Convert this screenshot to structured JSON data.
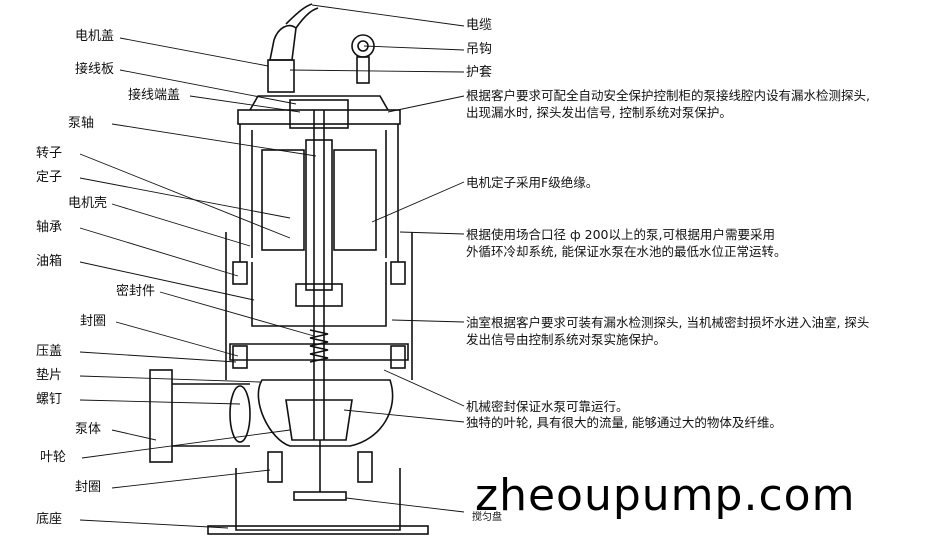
{
  "left_labels": [
    "电机盖",
    "接线板",
    "接线端盖",
    "泵轴",
    "转子",
    "定子",
    "电机壳",
    "轴承",
    "油箱",
    "密封件",
    "封圈",
    "压盖",
    "垫片",
    "螺钉",
    "泵体",
    "叶轮",
    "封圈",
    "底座"
  ],
  "right_labels": [
    "电缆",
    "吊钩",
    "护套"
  ],
  "notes": [
    [
      "根据客户要求可配全自动安全保护控制柜的泵接线腔内设有漏水检测探头,",
      "出现漏水时, 探头发出信号, 控制系统对泵保护。"
    ],
    [
      "电机定子采用F级绝缘。"
    ],
    [
      "根据使用场合口径 ф 200以上的泵,可根据用户需要采用",
      "外循环冷却系统, 能保证水泵在水池的最低水位正常运转。"
    ],
    [
      "油室根据客户要求可装有漏水检测探头, 当机械密封损坏水进入油室, 探头",
      "发出信号由控制系统对泵实施保护。"
    ],
    [
      "机械密封保证水泵可靠运行。"
    ],
    [
      "独特的叶轮, 具有很大的流量, 能够通过大的物体及纤维。"
    ]
  ],
  "bottom_label": "搅匀盘",
  "brand": "zheoupump.com"
}
